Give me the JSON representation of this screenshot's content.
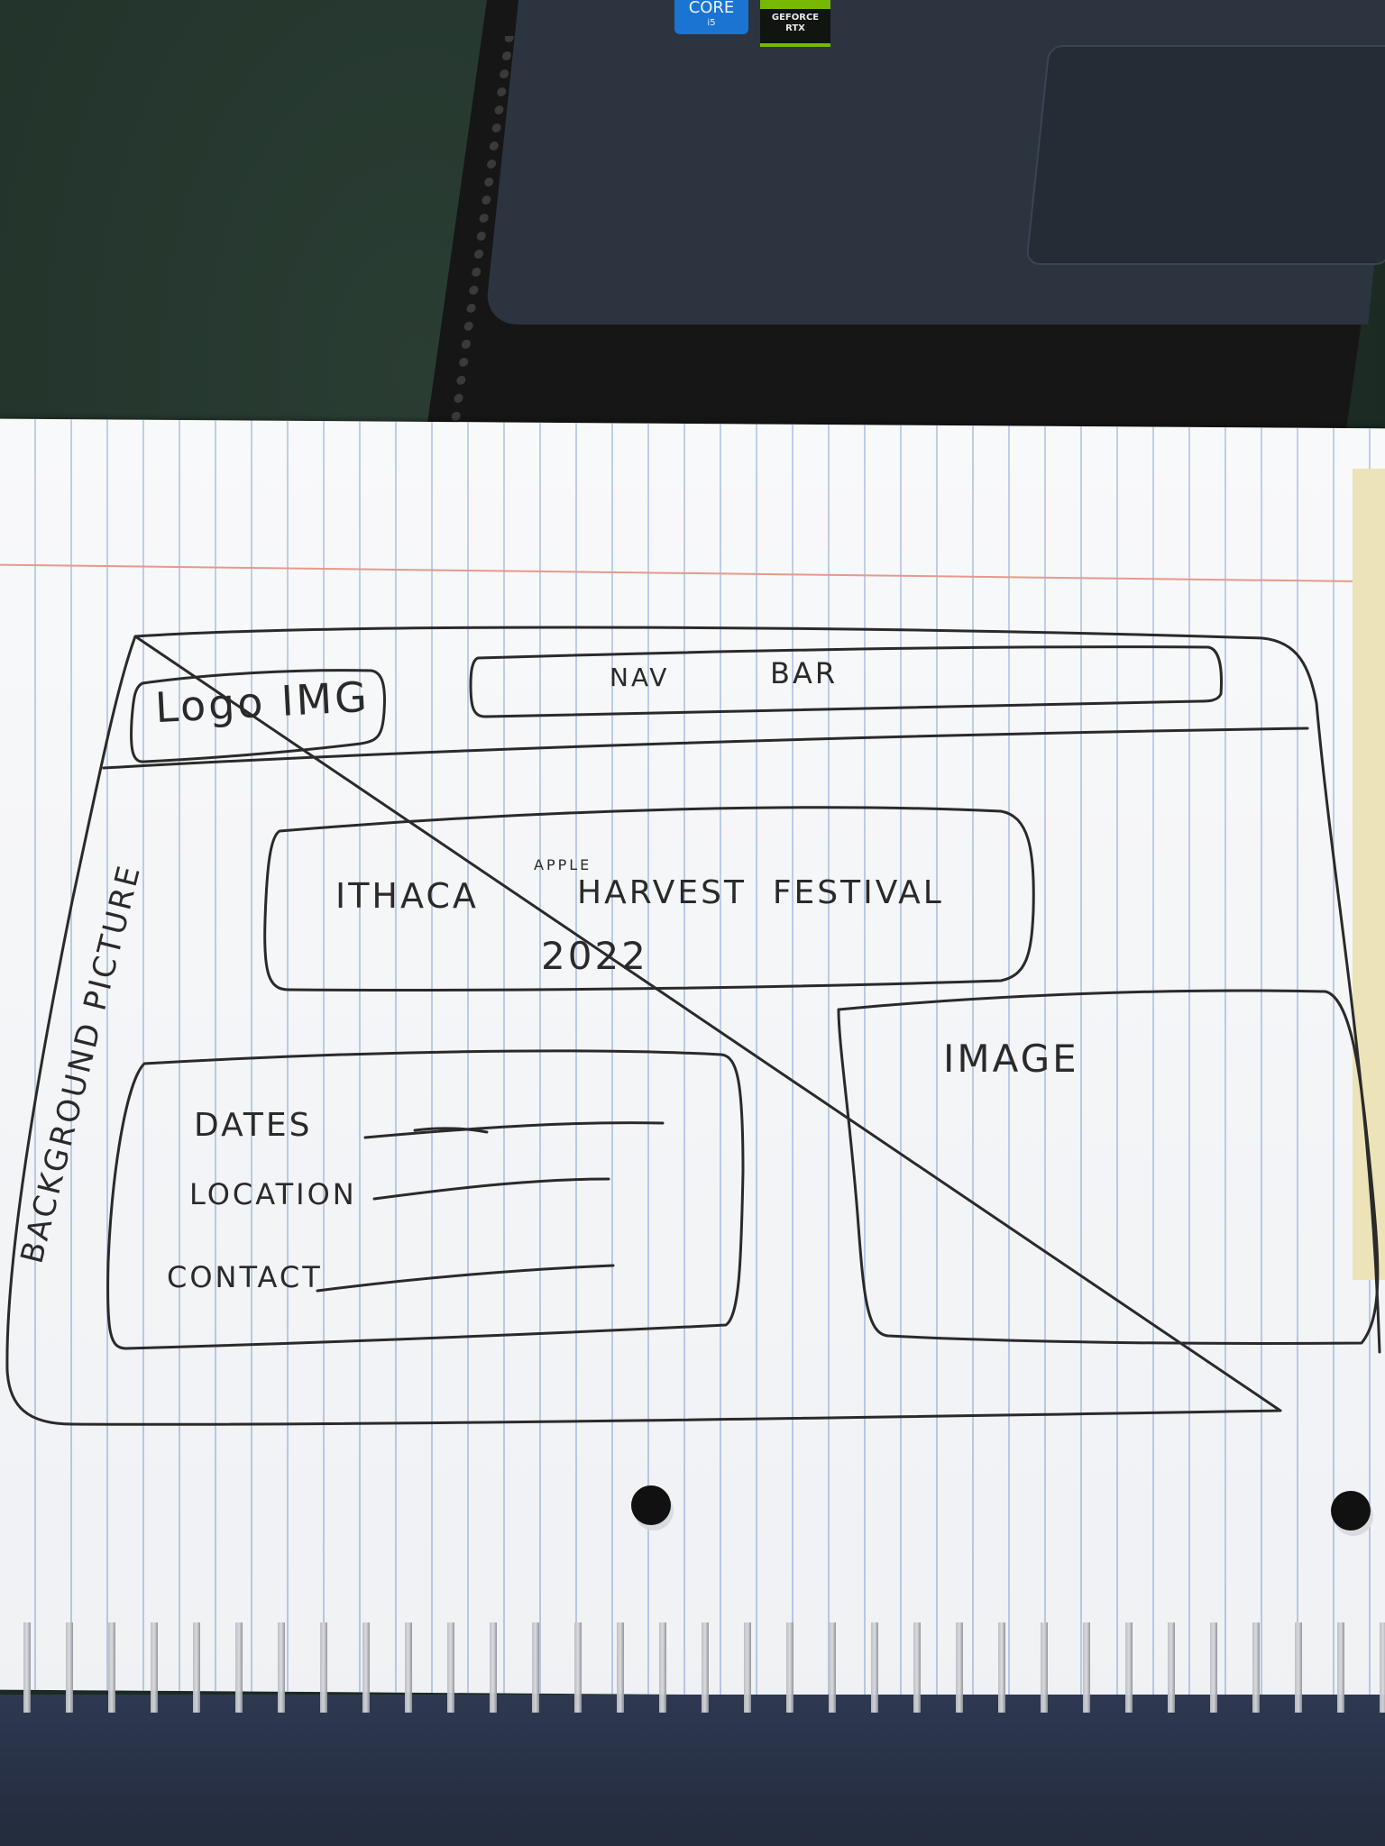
{
  "wireframe": {
    "logo_label": "Logo IMG",
    "nav_label_1": "NAV",
    "nav_label_2": "BAR",
    "title_line1_pre": "ITHACA",
    "title_superscript": "APPLE",
    "title_line1_post": "HARVEST  FESTIVAL",
    "title_year": "2022",
    "side_label": "BACKGROUND PICTURE",
    "image_label": "IMAGE",
    "info_dates": "DATES",
    "info_location": "LOCATION",
    "info_contact": "CONTACT"
  },
  "laptop": {
    "sticker_intel": "CORE",
    "sticker_intel_sub": "i5",
    "sticker_nvidia_1": "GEFORCE",
    "sticker_nvidia_2": "RTX"
  },
  "colors": {
    "ink": "#2a2a2a",
    "paper": "#f6f7f9",
    "rule_line": "#a9bde2",
    "margin_line": "#e59a8b",
    "desk": "#1f3028"
  }
}
